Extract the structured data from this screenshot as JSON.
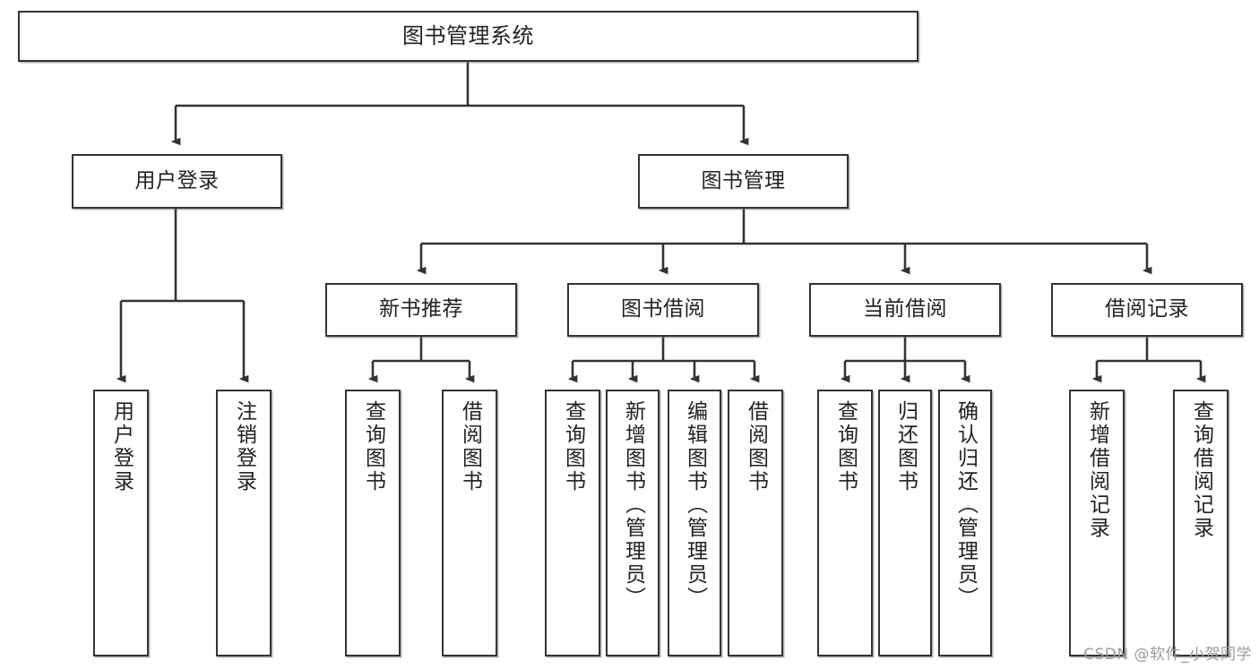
{
  "diagram": {
    "title": "图书管理系统",
    "type": "tree",
    "watermark": "CSDN @软件_小贺同学",
    "colors": {
      "box_border": "#333333",
      "box_fill": "#ffffff",
      "edge": "#333333",
      "text": "#222222",
      "watermark": "#9b9b9b"
    },
    "nodes": {
      "root": {
        "label": "图书管理系统"
      },
      "level2": [
        {
          "id": "user-login",
          "label": "用户登录"
        },
        {
          "id": "book-manage",
          "label": "图书管理"
        }
      ],
      "level3": [
        {
          "id": "new-book-recommend",
          "label": "新书推荐"
        },
        {
          "id": "book-borrow",
          "label": "图书借阅"
        },
        {
          "id": "current-borrow",
          "label": "当前借阅"
        },
        {
          "id": "borrow-record",
          "label": "借阅记录"
        }
      ],
      "leaves": {
        "user-login": [
          {
            "id": "leaf-user-login",
            "label": "用户登录"
          },
          {
            "id": "leaf-logout",
            "label": "注销登录"
          }
        ],
        "new-book-recommend": [
          {
            "id": "leaf-query-book-1",
            "label": "查询图书"
          },
          {
            "id": "leaf-borrow-book-1",
            "label": "借阅图书"
          }
        ],
        "book-borrow": [
          {
            "id": "leaf-query-book-2",
            "label": "查询图书"
          },
          {
            "id": "leaf-add-book",
            "label": "新增图书（管理员）"
          },
          {
            "id": "leaf-edit-book",
            "label": "编辑图书（管理员）"
          },
          {
            "id": "leaf-borrow-book-2",
            "label": "借阅图书"
          }
        ],
        "current-borrow": [
          {
            "id": "leaf-query-book-3",
            "label": "查询图书"
          },
          {
            "id": "leaf-return-book",
            "label": "归还图书"
          },
          {
            "id": "leaf-confirm-return",
            "label": "确认归还（管理员）"
          }
        ],
        "borrow-record": [
          {
            "id": "leaf-add-record",
            "label": "新增借阅记录"
          },
          {
            "id": "leaf-query-record",
            "label": "查询借阅记录"
          }
        ]
      }
    }
  }
}
